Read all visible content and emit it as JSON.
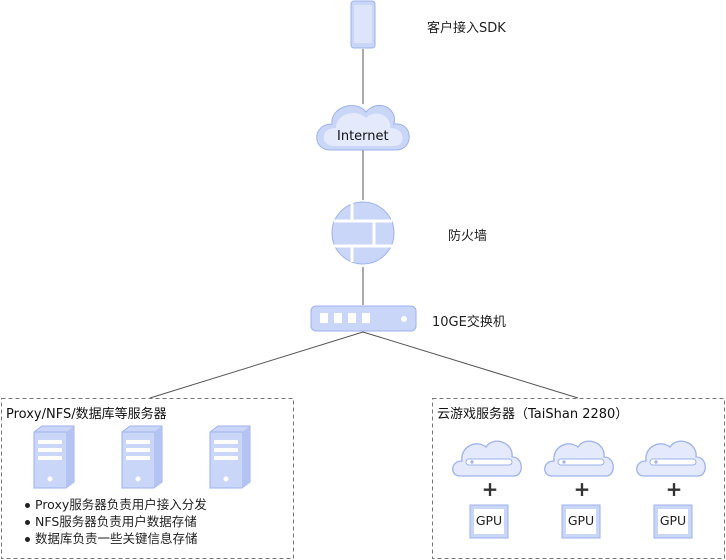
{
  "nodes": {
    "client_sdk": "客户接入SDK",
    "internet": "Internet",
    "firewall": "防火墙",
    "switch": "10GE交换机"
  },
  "groups": {
    "left": {
      "title": "Proxy/NFS/数据库等服务器",
      "bullets": [
        "Proxy服务器负责用户接入分发",
        "NFS服务器负责用户数据存储",
        "数据库负责一些关键信息存储"
      ]
    },
    "right": {
      "title": "云游戏服务器（TaiShan 2280）",
      "gpu_label": "GPU",
      "plus": "+"
    }
  },
  "colors": {
    "device_fill": "#c9d6f7",
    "device_stroke": "#9db2ee",
    "device_light": "#e4eafc",
    "line": "#555555",
    "dash": "#777777"
  }
}
